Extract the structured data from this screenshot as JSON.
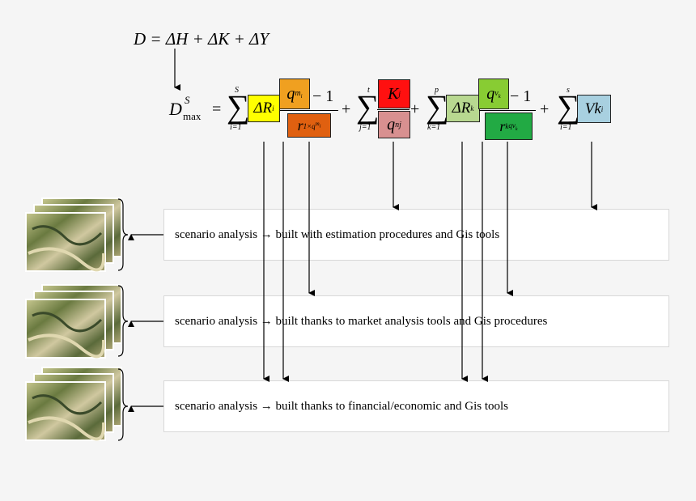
{
  "formula": {
    "top": "D = ΔH + ΔK + ΔY",
    "lhs_main": "D",
    "lhs_sup": "S",
    "lhs_sub": "max",
    "equals": "=",
    "plus": "+",
    "terms": [
      {
        "upper": "S",
        "lower": "i=1",
        "box1": "ΔR",
        "box1_sub": "i",
        "num": "q",
        "num_sup": "m",
        "num_sup_sub": "i",
        "minus_one": "− 1",
        "den": "r",
        "den_sub": "1×q",
        "den_sub_sup": "m",
        "den_sub_sup_sub": "i"
      },
      {
        "upper": "t",
        "lower": "j=1",
        "num": "K",
        "num_sub": "j",
        "den": "q",
        "den_sup": "nj"
      },
      {
        "upper": "p",
        "lower": "k=1",
        "box1": "ΔR",
        "box1_sub": "k",
        "num": "q",
        "num_sup": "v",
        "num_sup_sub": "k",
        "minus_one": "− 1",
        "den": "r",
        "den_sub": "k",
        "den_sup": "qv",
        "den_sup_sub": "k"
      },
      {
        "upper": "s",
        "lower": "i=1",
        "box1": "Vk",
        "box1_sub": "i"
      }
    ]
  },
  "panels": [
    {
      "text": "scenario analysis → built with estimation procedures and Gis tools"
    },
    {
      "text": "scenario analysis → built thanks to market analysis tools and Gis procedures"
    },
    {
      "text": "scenario analysis → built thanks to financial/economic and Gis tools"
    }
  ],
  "colors": {
    "yellow": "#ffff00",
    "orange": "#f0a020",
    "dark_orange": "#e06010",
    "red": "#ff1010",
    "pink": "#d89090",
    "light_green": "#b8d890",
    "green": "#88cc33",
    "dark_green": "#22aa44",
    "light_blue": "#a8d0e0"
  }
}
